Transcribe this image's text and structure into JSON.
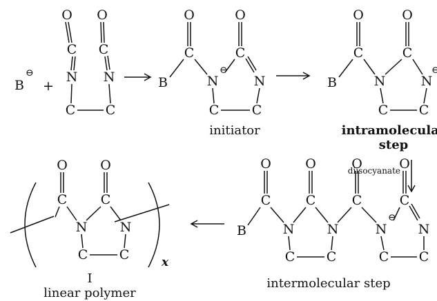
{
  "atoms": {
    "B": "B",
    "N": "N",
    "C": "C",
    "O": "O",
    "charge": "⊖",
    "plus": "+"
  },
  "labels": {
    "initiator": "initiator",
    "intramolecular_line1": "intramolecular",
    "intramolecular_line2": "step",
    "reagent": "diisocyanate",
    "intermolecular": "intermolecular step",
    "compound_number": "I",
    "polymer": "linear polymer",
    "repeat_subscript": "x"
  }
}
